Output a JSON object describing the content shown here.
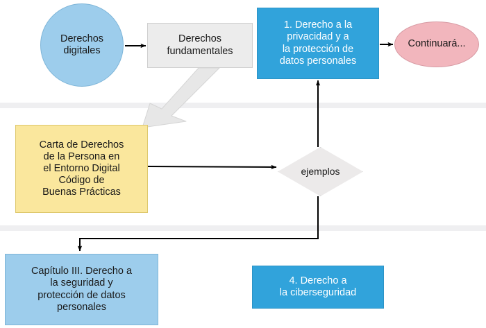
{
  "diagram": {
    "title": "Derechos digitales - mapa conceptual",
    "background_color": "#ffffff",
    "band_color": "#efeff1",
    "nodes": {
      "derechos_digitales": {
        "label": "Derechos\ndigitales",
        "shape": "circle",
        "fill": "#9dcdec",
        "stroke": "#7eb5d8",
        "text_color": "#191919"
      },
      "derechos_fundamentales": {
        "label": "Derechos\nfundamentales",
        "shape": "rectangle",
        "fill": "#ececec",
        "stroke": "#cfcfcf",
        "text_color": "#191919"
      },
      "derecho_privacidad": {
        "label": "1. Derecho a la\nprivacidad y a\nla protección de\ndatos personales",
        "shape": "rectangle",
        "fill": "#31a3db",
        "stroke": "#2b93c6",
        "text_color": "#ffffff"
      },
      "continuara": {
        "label": "Continuará...",
        "shape": "ellipse",
        "fill": "#f2b6bd",
        "stroke": "#d79aa3",
        "text_color": "#191919"
      },
      "carta_derechos": {
        "label": "Carta de Derechos\nde la Persona en\nel Entorno Digital\nCódigo de\nBuenas Prácticas",
        "shape": "rectangle",
        "fill": "#fae79d",
        "stroke": "#ddc76b",
        "text_color": "#191919"
      },
      "ejemplos": {
        "label": "ejemplos",
        "shape": "diamond",
        "fill": "#eceaea",
        "stroke": "#cfcfcf",
        "text_color": "#191919"
      },
      "capitulo_iii": {
        "label": "Capítulo III. Derecho a\nla seguridad y\nprotección de datos\npersonales",
        "shape": "rectangle",
        "fill": "#9dcdec",
        "stroke": "#7eb5d8",
        "text_color": "#191919"
      },
      "ciberseguridad": {
        "label": "4. Derecho a\nla ciberseguridad",
        "shape": "rectangle",
        "fill": "#31a3db",
        "stroke": "#2b93c6",
        "text_color": "#ffffff"
      }
    },
    "connectors": [
      {
        "name": "arrow-digitales-to-fundamentales",
        "from": "derechos_digitales",
        "to": "derechos_fundamentales",
        "style": "thin-arrow",
        "color": "#000000"
      },
      {
        "name": "block-arrow-fundamentales-to-carta",
        "from": "derechos_fundamentales",
        "to": "carta_derechos",
        "style": "block-arrow",
        "color": "#e4e4e4"
      },
      {
        "name": "arrow-privacidad-to-continuara",
        "from": "derecho_privacidad",
        "to": "continuara",
        "style": "thin-arrow",
        "color": "#000000"
      },
      {
        "name": "arrow-carta-to-ejemplos",
        "from": "carta_derechos",
        "to": "ejemplos",
        "style": "thin-arrow",
        "color": "#000000"
      },
      {
        "name": "arrow-ejemplos-to-privacidad",
        "from": "ejemplos",
        "to": "derecho_privacidad",
        "style": "thin-arrow",
        "color": "#000000"
      },
      {
        "name": "arrow-ejemplos-to-capitulo-iii",
        "from": "ejemplos",
        "to": "capitulo_iii",
        "style": "thin-elbow-arrow",
        "color": "#000000"
      }
    ]
  }
}
